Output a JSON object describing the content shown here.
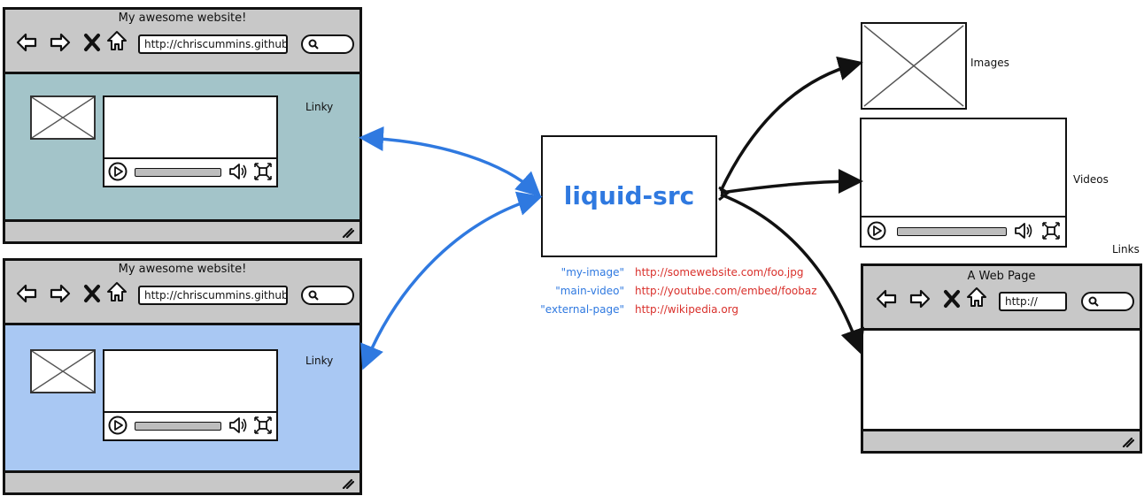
{
  "colors": {
    "accent_blue": "#2f79e0",
    "url_red": "#d9302b",
    "chrome_gray": "#c8c8c8",
    "teal_body": "#a3c4c9",
    "blue_body": "#a9c8f3"
  },
  "browser_top": {
    "title": "My awesome website!",
    "url": "http://chriscummins.github.i",
    "link_label": "Linky"
  },
  "browser_bottom": {
    "title": "My awesome website!",
    "url": "http://chriscummins.github.i",
    "link_label": "Linky"
  },
  "center": {
    "title": "liquid-src",
    "mappings": [
      {
        "key": "\"my-image\"",
        "value": "http://somewebsite.com/foo.jpg"
      },
      {
        "key": "\"main-video\"",
        "value": "http://youtube.com/embed/foobaz"
      },
      {
        "key": "\"external-page\"",
        "value": "http://wikipedia.org"
      }
    ]
  },
  "targets": {
    "images_label": "Images",
    "videos_label": "Videos",
    "links_label": "Links",
    "web_page": {
      "title": "A Web Page",
      "url": "http://"
    }
  },
  "icons": [
    "back-arrow-icon",
    "forward-arrow-icon",
    "close-x-icon",
    "home-icon",
    "search-icon",
    "play-icon",
    "volume-icon",
    "fullscreen-icon",
    "resize-grip-icon",
    "image-placeholder-icon"
  ]
}
